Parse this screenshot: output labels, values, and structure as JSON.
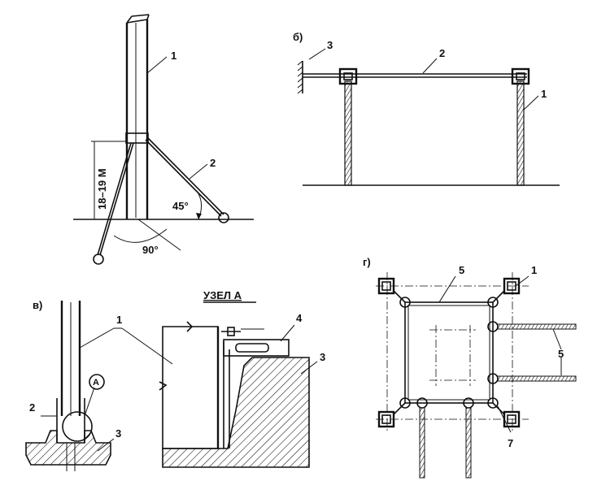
{
  "fig_a": {
    "callout_1": "1",
    "callout_2": "2",
    "dimension": "18–19 М",
    "angle_45": "45°",
    "angle_90": "90°"
  },
  "fig_b": {
    "letter": "б)",
    "callout_1": "1",
    "callout_2": "2",
    "callout_3": "3"
  },
  "fig_v": {
    "letter": "в)",
    "callout_1": "1",
    "callout_2": "2",
    "callout_3": "3",
    "node_marker": "A"
  },
  "node_a": {
    "title": "УЗЕЛ А",
    "callout_3": "3",
    "callout_4": "4"
  },
  "fig_g": {
    "letter": "г)",
    "callout_1": "1",
    "callout_5_top": "5",
    "callout_5_right": "5",
    "callout_7": "7"
  }
}
